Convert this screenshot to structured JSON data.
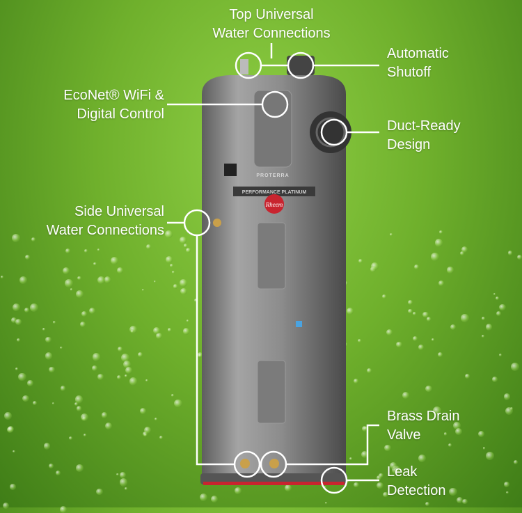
{
  "labels": {
    "top_connections": [
      "Top Universal",
      "Water Connections"
    ],
    "auto_shutoff": [
      "Automatic",
      "Shutoff"
    ],
    "econet": [
      "EcoNet® WiFi &",
      "Digital Control"
    ],
    "duct_ready": [
      "Duct-Ready",
      "Design"
    ],
    "side_connections": [
      "Side Universal",
      "Water Connections"
    ],
    "drain_valve": [
      "Brass Drain",
      "Valve"
    ],
    "leak_detection": [
      "Leak",
      "Detection"
    ]
  },
  "product_lettering": {
    "series": "PROTERRA",
    "banner": "PERFORMANCE PLATINUM",
    "brand": "Rheem"
  },
  "colors": {
    "background": "#6fb02c",
    "tank": "#8e8e8e",
    "callout": "#ffffff",
    "brand_red": "#c8242f"
  }
}
